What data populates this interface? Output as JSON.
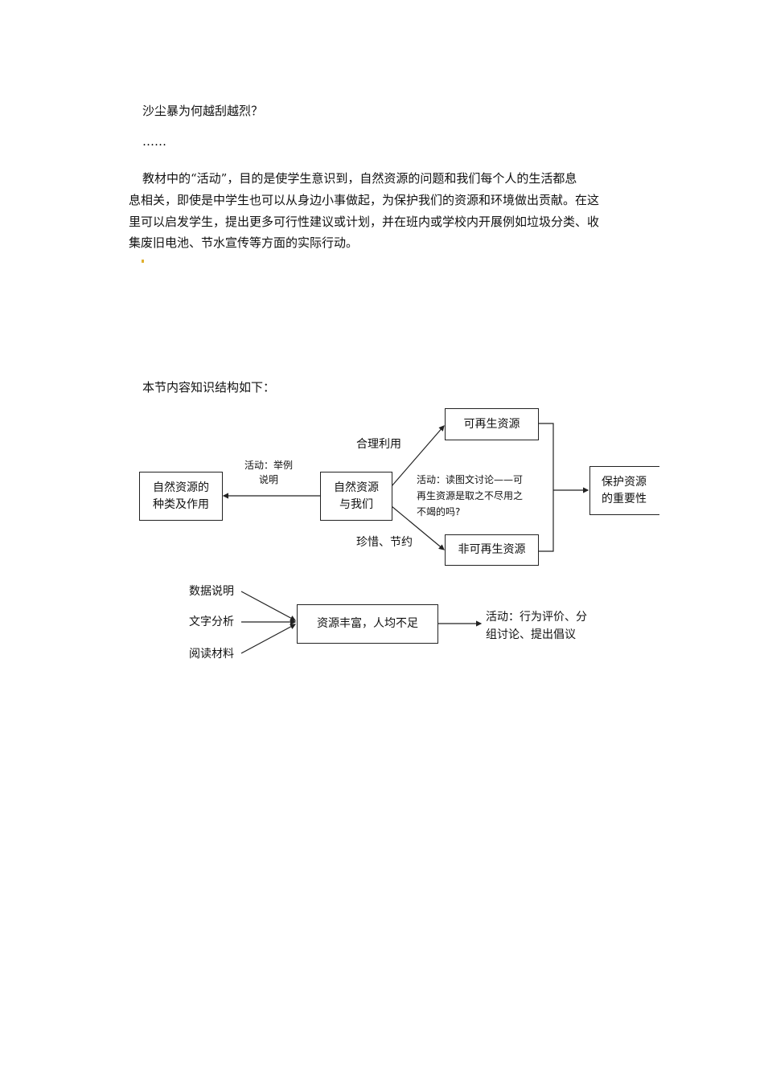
{
  "text": {
    "question": "沙尘暴为何越刮越烈？",
    "ellipsis": "……",
    "paragraph_lines": [
      "教材中的“活动”，目的是使学生意识到，自然资源的问题和我们每个人的生活都息",
      "息相关，即使是中学生也可以从身边小事做起，为保护我们的资源和环境做出贡献。在这",
      "里可以启发学生，提出更多可行性建议或计划，并在班内或学校内开展例如垃圾分类、收",
      "集废旧电池、节水宣传等方面的实际行动。"
    ],
    "structure_intro": "本节内容知识结构如下："
  },
  "diagram1": {
    "box_types": [
      "自然资源的",
      "种类及作用"
    ],
    "box_center": [
      "自然资源",
      "与我们"
    ],
    "box_renewable": "可再生资源",
    "box_nonrenewable": "非可再生资源",
    "box_protect": [
      "保护资源",
      "的重要性"
    ],
    "label_activity_example": [
      "活动：举例",
      "说明"
    ],
    "label_rational_use": "合理利用",
    "label_cherish": "珍惜、节约",
    "label_activity_discuss": [
      "活动：读图文讨论——可",
      "再生资源是取之不尽用之",
      "不竭的吗?"
    ]
  },
  "diagram2": {
    "inputs": [
      "数据说明",
      "文字分析",
      "阅读材料"
    ],
    "box_main": "资源丰富，人均不足",
    "activity": [
      "活动：行为评价、分",
      "组讨论、提出倡议"
    ]
  }
}
